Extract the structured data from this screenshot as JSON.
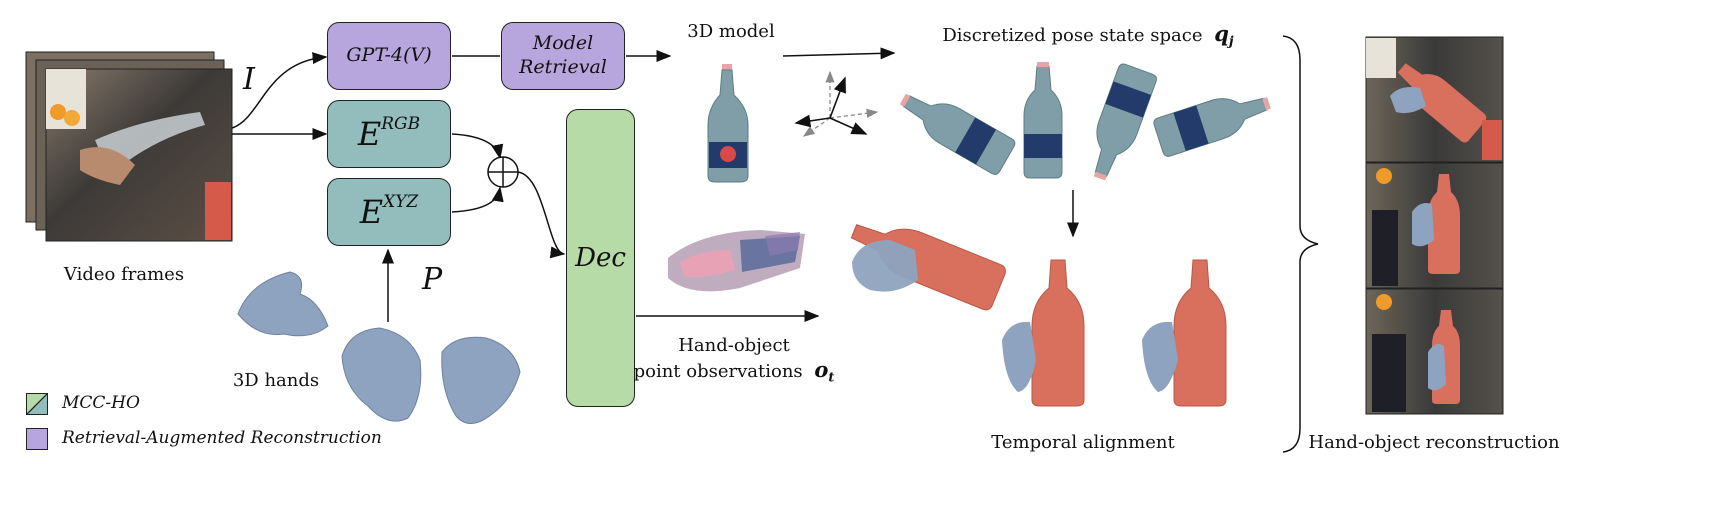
{
  "legend": {
    "items": [
      {
        "label": "MCC-HO",
        "colors": [
          "#93bcbd",
          "#b6dba6"
        ]
      },
      {
        "label": "Retrieval-Augmented Reconstruction",
        "colors": [
          "#b7a6dd"
        ]
      }
    ]
  },
  "inputs": {
    "video_frames_label": "Video frames",
    "image_symbol": "I",
    "hands_label": "3D hands",
    "hands_symbol": "P"
  },
  "blocks": {
    "gpt": "GPT-4(V)",
    "retrieval_line1": "Model",
    "retrieval_line2": "Retrieval",
    "rgb_base": "E",
    "rgb_sup": "RGB",
    "xyz_base": "E",
    "xyz_sup": "XYZ",
    "dec": "Dec"
  },
  "outputs": {
    "model_label": "3D model",
    "pose_space_label": "Discretized pose state space",
    "pose_symbol": "q",
    "pose_sub": "j",
    "obs_line1": "Hand-object",
    "obs_line2": "point observations",
    "obs_symbol": "o",
    "obs_sub": "t",
    "temporal_label": "Temporal alignment",
    "recon_label": "Hand-object reconstruction"
  },
  "colors": {
    "purple": "#b7a6dd",
    "teal": "#93bcbd",
    "green": "#b6dba6",
    "bottle_blue": "#7f9ea7",
    "bottle_red": "#d9705e",
    "hand_blue": "#8ea3bf"
  }
}
